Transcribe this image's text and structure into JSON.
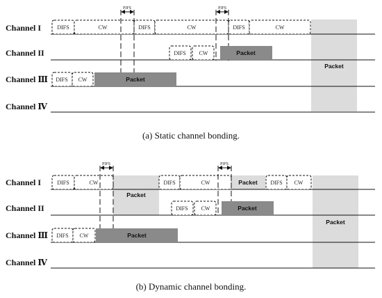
{
  "diagrams": [
    {
      "caption": "(a)  Static channel bonding.",
      "channels": [
        "Channel I",
        "Channel II",
        "Channel Ⅲ",
        "Channel Ⅳ"
      ],
      "labels": {
        "difs": "DIFS",
        "cw": "CW",
        "packet": "Packet",
        "pifs": "PIFS"
      }
    },
    {
      "caption": "(b)  Dynamic channel bonding.",
      "channels": [
        "Channel I",
        "Channel II",
        "Channel Ⅲ",
        "Channel Ⅳ"
      ],
      "labels": {
        "difs": "DIFS",
        "cw": "CW",
        "packet": "Packet",
        "pifs": "PIFS"
      }
    }
  ],
  "colors": {
    "light_packet": "#dcdcdc",
    "dark_packet": "#8a8a8a",
    "line": "#111111"
  }
}
